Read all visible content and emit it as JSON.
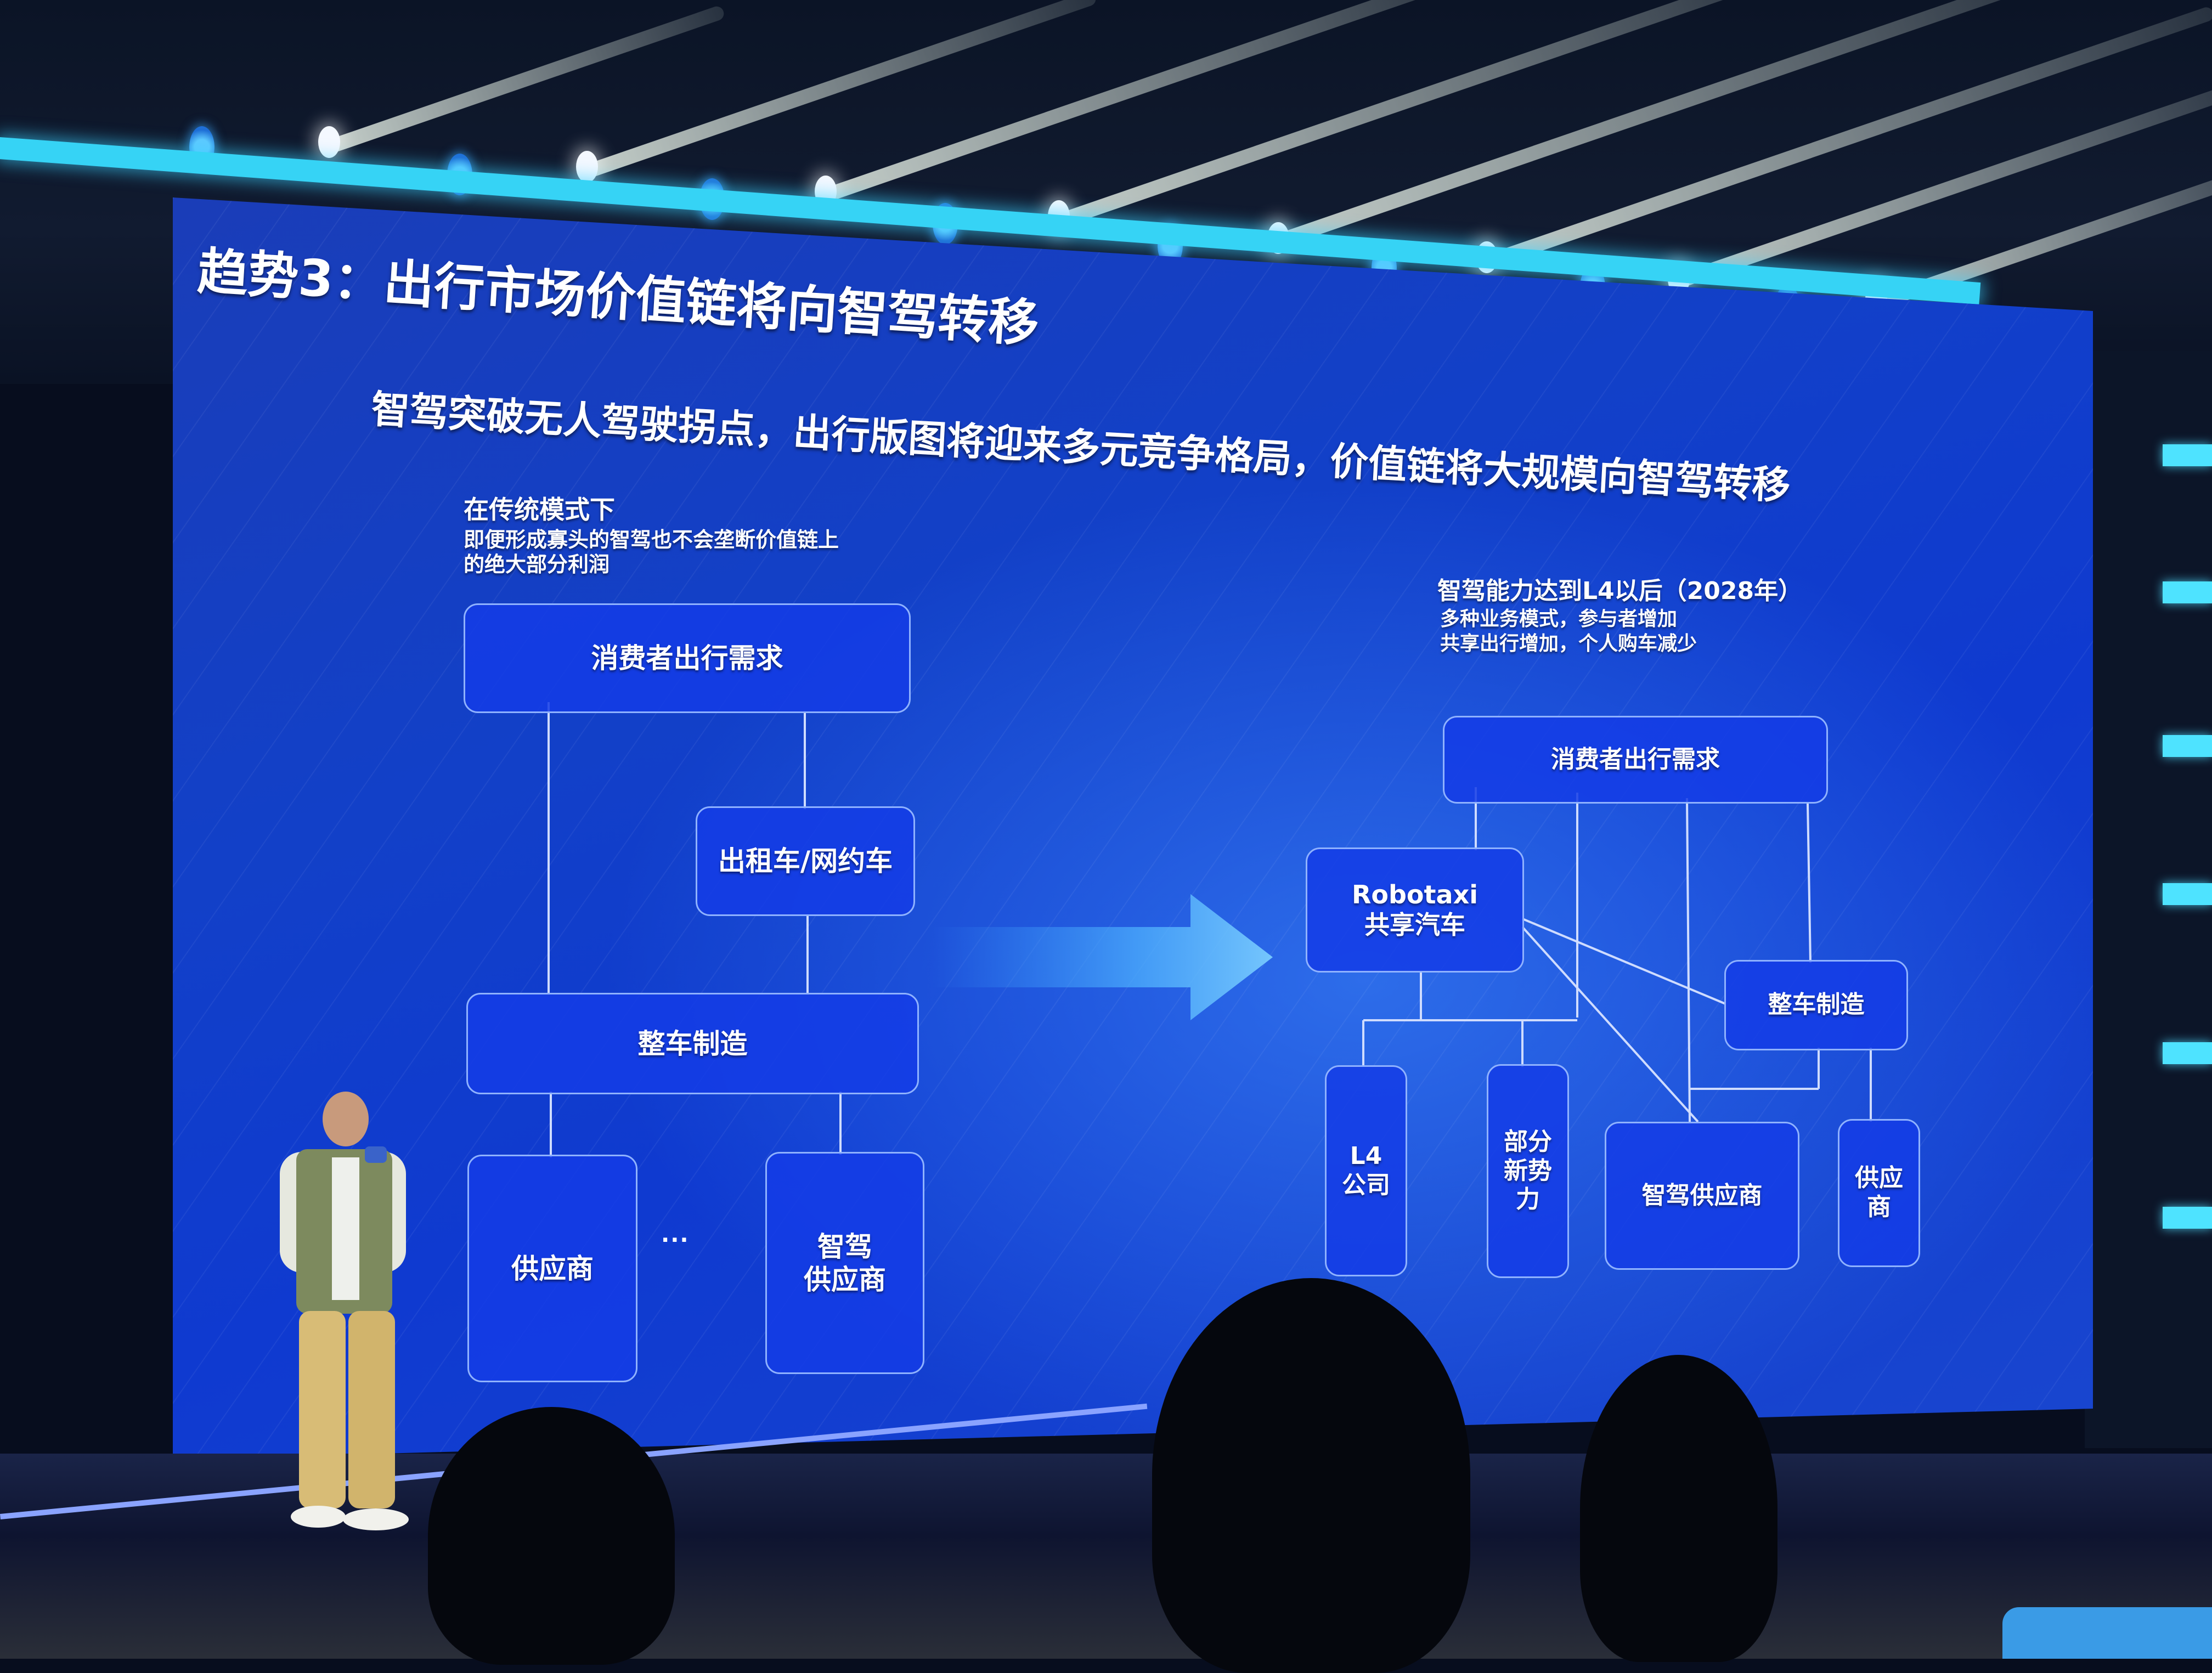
{
  "slide": {
    "title": "趋势3：出行市场价值链将向智驾转移",
    "subtitle": "智驾突破无人驾驶拐点，出行版图将迎来多元竞争格局，价值链将大规模向智驾转移",
    "left_panel": {
      "heading": "在传统模式下",
      "description_line1": "即便形成寡头的智驾也不会垄断价值链上",
      "description_line2": "的绝大部分利润",
      "nodes": {
        "consumer_demand": "消费者出行需求",
        "taxi_ridehailing": "出租车/网约车",
        "vehicle_manufacturing": "整车制造",
        "supplier": "供应商",
        "ellipsis": "···",
        "adas_supplier": "智驾\n供应商"
      }
    },
    "right_panel": {
      "heading": "智驾能力达到L4以后（2028年）",
      "description_line1": "多种业务模式，参与者增加",
      "description_line2": "共享出行增加，个人购车减少",
      "nodes": {
        "consumer_demand": "消费者出行需求",
        "robotaxi": "Robotaxi\n共享汽车",
        "vehicle_manufacturing": "整车制造",
        "l4_company": "L4\n公司",
        "new_forces": "部分\n新势\n力",
        "adas_supplier": "智驾供应商",
        "supplier": "供应\n商"
      }
    },
    "colors": {
      "slide_bg": "#1240c8",
      "node_fill": "#143ce6",
      "node_border": "#8fb2ff",
      "connector": "#cfdcff",
      "led_strip": "#36d3f5",
      "text": "#ffffff"
    }
  }
}
